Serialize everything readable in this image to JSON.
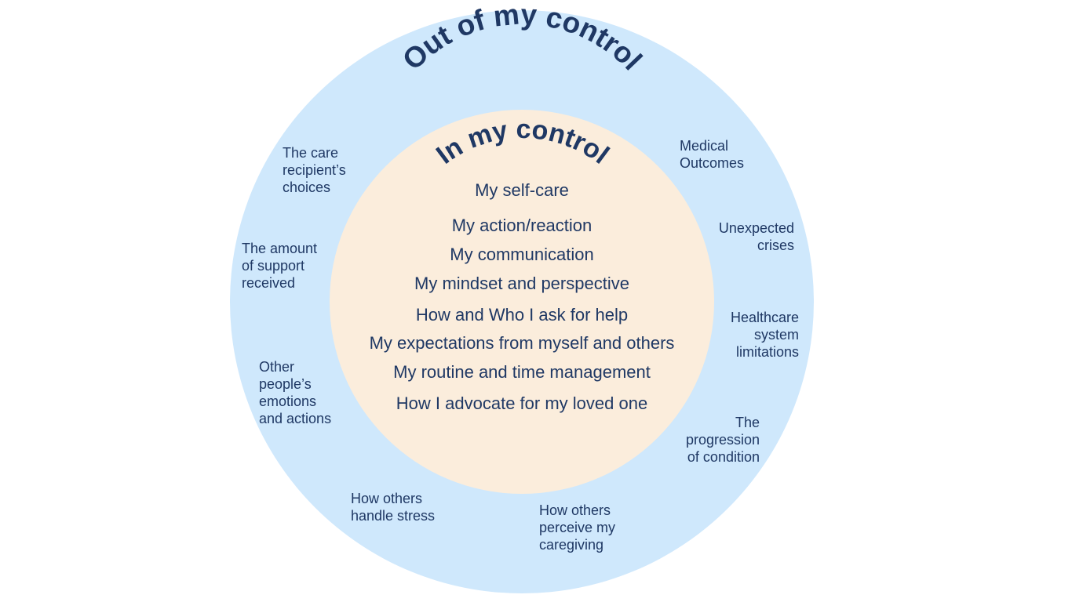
{
  "diagram": {
    "outer_circle": {
      "title": "Out of my control",
      "fill": "#cfe8fc"
    },
    "inner_circle": {
      "title": "In my control",
      "fill": "#fbeddc",
      "items": [
        "My self-care",
        "My action/reaction",
        "My communication",
        "My mindset and perspective",
        "How and Who I ask for help",
        "My expectations from myself and others",
        "My routine and time management",
        "How I advocate for my loved one"
      ]
    },
    "outer_items": [
      "The care\nrecipient’s\nchoices",
      "The amount\nof support\nreceived",
      "Other\n people’s\n  emotions\n   and actions",
      "How others\n  handle stress",
      "How others\nperceive my\n caregiving",
      "The\nprogression\nof condition",
      "Healthcare\nsystem\nlimitations",
      "Unexpected\ncrises",
      "Medical\n  Outcomes"
    ],
    "text_color": "#1f3864"
  }
}
